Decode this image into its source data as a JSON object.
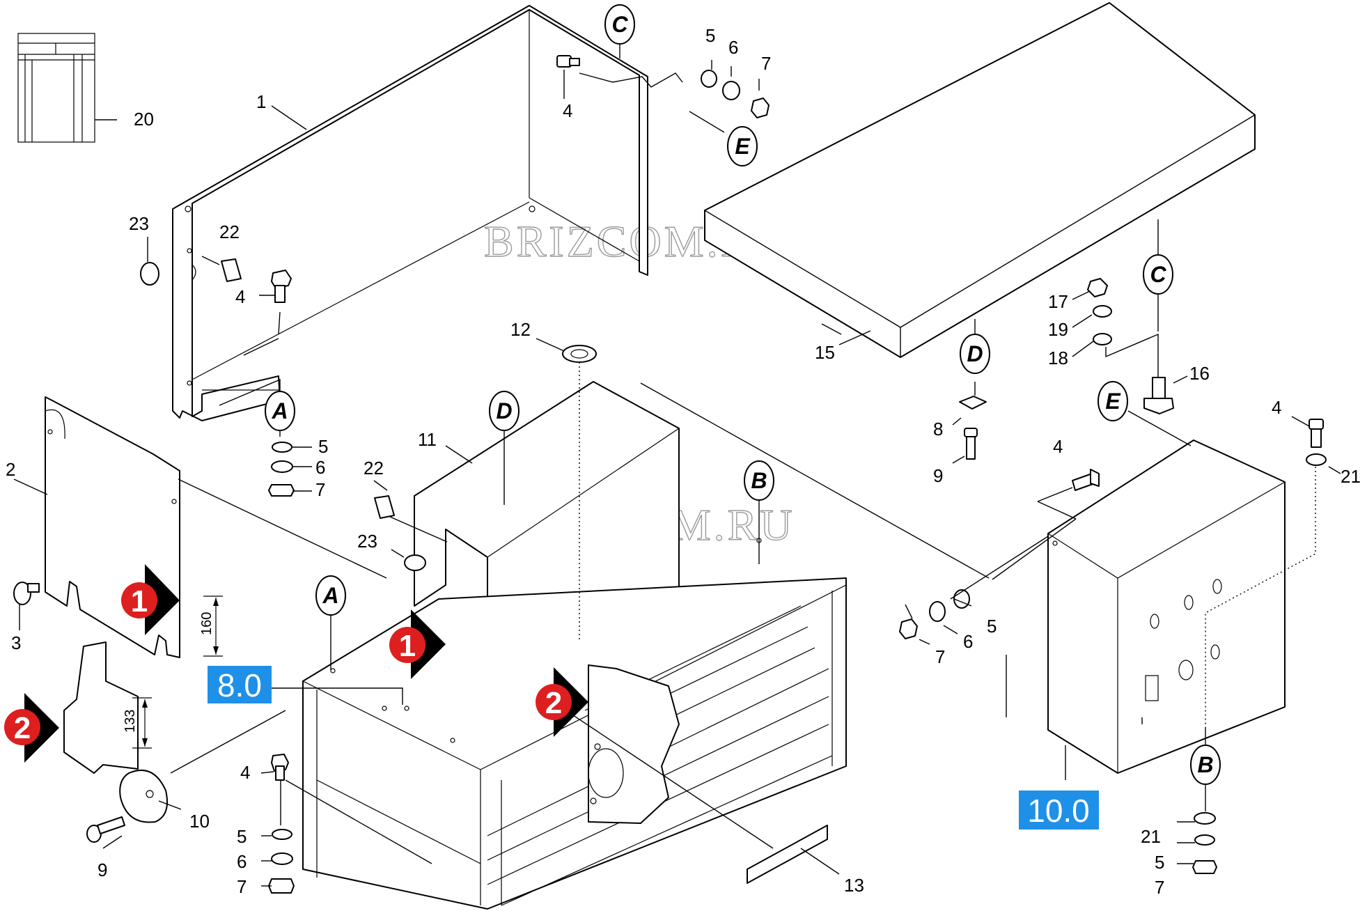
{
  "watermark": "BRIZCOM.RU",
  "section_labels": {
    "s1": "8.0",
    "s2": "10.0",
    "color": "#1e90e8"
  },
  "step_markers": {
    "m1": "1",
    "m2": "2",
    "m3": "1",
    "m4": "2",
    "color": "#dd1f1f"
  },
  "dimensions": {
    "d1": "160",
    "d2": "133"
  },
  "ellipse_labels": {
    "c1": "C",
    "e1": "E",
    "c2": "C",
    "d1": "D",
    "e2": "E",
    "a1": "A",
    "d2": "D",
    "b1": "B",
    "a2": "A",
    "b2": "B"
  },
  "callouts": {
    "c1": "1",
    "c2": "2",
    "c3": "3",
    "c4a": "4",
    "c4b": "4",
    "c4c": "4",
    "c4d": "4",
    "c4e": "4",
    "c5a": "5",
    "c5b": "5",
    "c5c": "5",
    "c5d": "5",
    "c5e": "5",
    "c6a": "6",
    "c6b": "6",
    "c6c": "6",
    "c6d": "6",
    "c7a": "7",
    "c7b": "7",
    "c7c": "7",
    "c7d": "7",
    "c7e": "7",
    "c8": "8",
    "c9a": "9",
    "c9b": "9",
    "c10": "10",
    "c11": "11",
    "c12": "12",
    "c13": "13",
    "c15": "15",
    "c16": "16",
    "c17": "17",
    "c18": "18",
    "c19": "19",
    "c20": "20",
    "c21a": "21",
    "c21b": "21",
    "c22a": "22",
    "c22b": "22",
    "c23a": "23",
    "c23b": "23"
  }
}
